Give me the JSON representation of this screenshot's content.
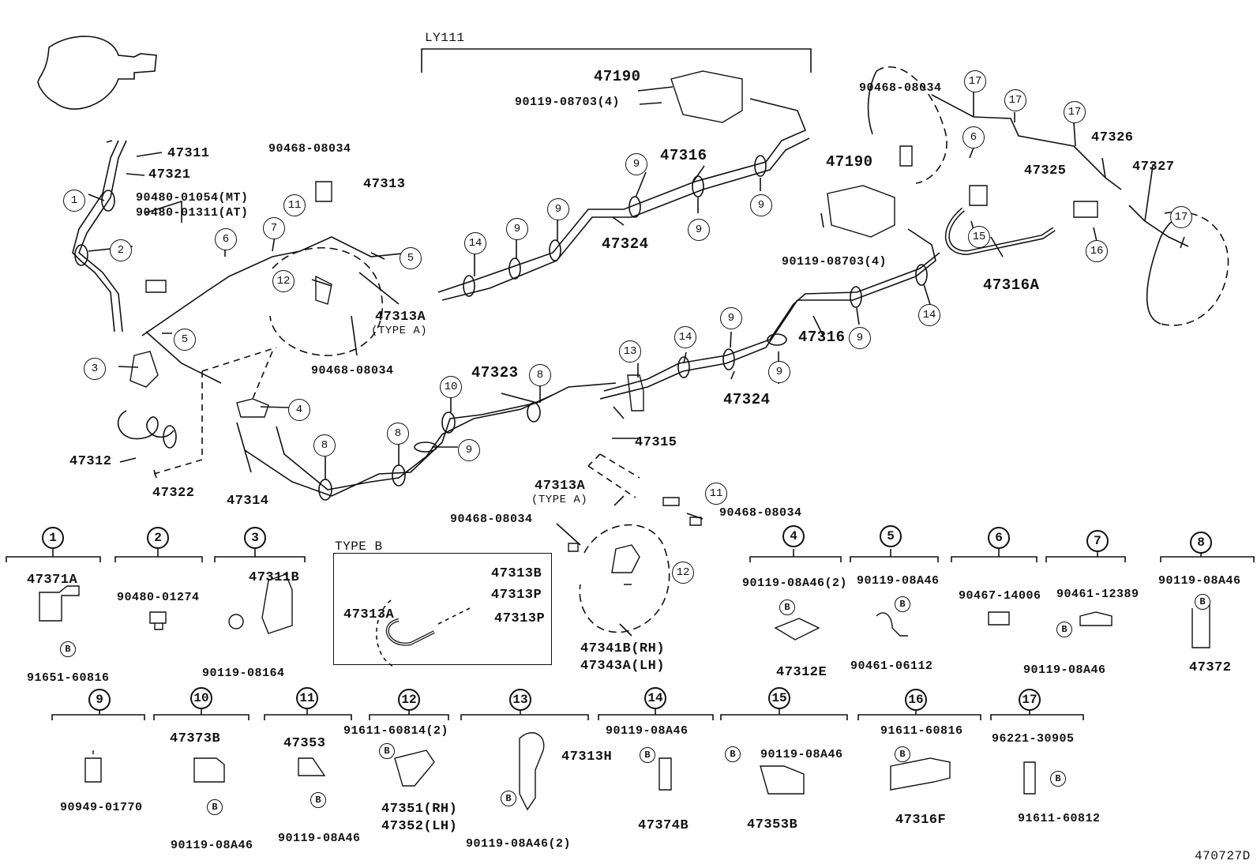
{
  "diagram": {
    "code": "470727D",
    "variant_label": "LY111",
    "type_a_label": "(TYPE A)",
    "type_b_label": "TYPE B",
    "bolt_mark": "B",
    "parts": {
      "p47190": "47190",
      "p9011908703_4": "90119-08703(4)",
      "p47311": "47311",
      "p47321": "47321",
      "p9048001054": "90480-01054(MT)",
      "p9048001311": "90480-01311(AT)",
      "p9046808034": "90468-08034",
      "p47313": "47313",
      "p47316": "47316",
      "p47324": "47324",
      "p47313A": "47313A",
      "p47312": "47312",
      "p47322": "47322",
      "p47314": "47314",
      "p47323": "47323",
      "p47313A_b": "47313A",
      "p47315": "47315",
      "p47341B": "47341B(RH)",
      "p47343A": "47343A(LH)",
      "p47325": "47325",
      "p47326": "47326",
      "p47327": "47327",
      "p47316A": "47316A",
      "p47313B": "47313B",
      "p47313P": "47313P"
    },
    "keys": [
      {
        "n": "1",
        "parts": [
          "47371A",
          "91651-60816"
        ]
      },
      {
        "n": "2",
        "parts": [
          "90480-01274"
        ]
      },
      {
        "n": "3",
        "parts": [
          "47311B",
          "90119-08164"
        ]
      },
      {
        "n": "4",
        "parts": [
          "90119-08A46(2)",
          "47312E"
        ]
      },
      {
        "n": "5",
        "parts": [
          "90119-08A46",
          "90461-06112"
        ]
      },
      {
        "n": "6",
        "parts": [
          "90467-14006"
        ]
      },
      {
        "n": "7",
        "parts": [
          "90461-12389",
          "90119-08A46"
        ]
      },
      {
        "n": "8",
        "parts": [
          "90119-08A46",
          "47372"
        ]
      },
      {
        "n": "9",
        "parts": [
          "90949-01770"
        ]
      },
      {
        "n": "10",
        "parts": [
          "47373B",
          "90119-08A46"
        ]
      },
      {
        "n": "11",
        "parts": [
          "47353",
          "90119-08A46"
        ]
      },
      {
        "n": "12",
        "parts": [
          "91611-60814(2)",
          "47351(RH)",
          "47352(LH)"
        ]
      },
      {
        "n": "13",
        "parts": [
          "47313H",
          "90119-08A46(2)"
        ]
      },
      {
        "n": "14",
        "parts": [
          "90119-08A46",
          "47374B"
        ]
      },
      {
        "n": "15",
        "parts": [
          "90119-08A46",
          "47353B"
        ]
      },
      {
        "n": "16",
        "parts": [
          "91611-60816",
          "47316F"
        ]
      },
      {
        "n": "17",
        "parts": [
          "96221-30905",
          "91611-60812"
        ]
      }
    ]
  }
}
